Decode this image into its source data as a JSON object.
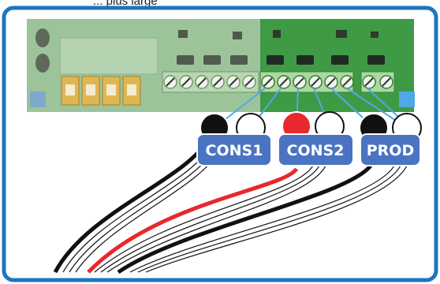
{
  "caption": "... plus large",
  "labels": {
    "cons1": "CONS1",
    "cons2": "CONS2",
    "prod": "PROD"
  },
  "colors": {
    "frame_blue": "#1b76bf",
    "board_light": "#9dc39a",
    "board_dark": "#3e9a45",
    "terminal_green": "#a9d9a0",
    "label_blue": "#4a74c2",
    "wire_red": "#e8282c",
    "wire_black": "#111111",
    "corner_square": "#4ea9e6",
    "gold_connector": "#e0b655"
  },
  "icons": [
    "screw-terminal-icon",
    "led-icon",
    "ic-chip-icon"
  ]
}
